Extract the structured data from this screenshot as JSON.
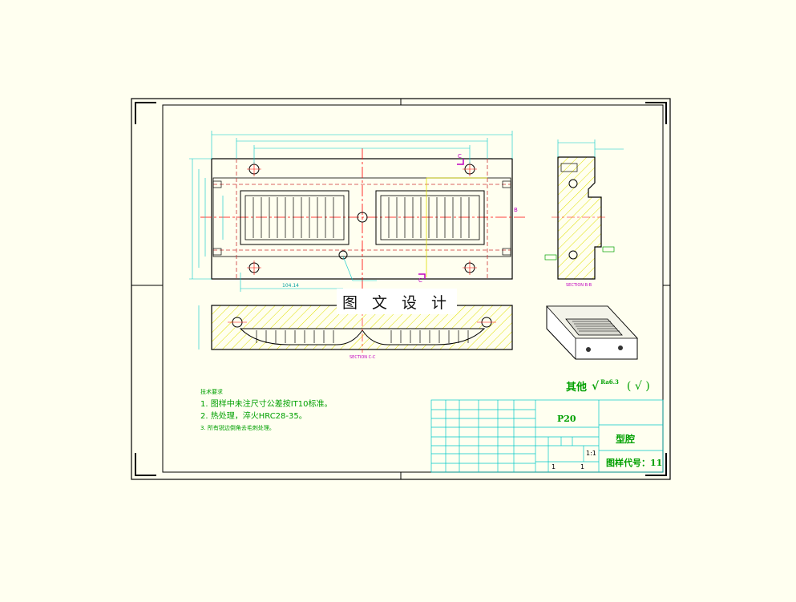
{
  "watermark": "图 文 设 计",
  "technical_requirements": {
    "heading": "技术要求",
    "items": [
      "1. 图样中未注尺寸公差按IT10标准。",
      "2. 热处理，淬火HRC28-35。",
      "3. 所有锐边倒角去毛刺处理。"
    ]
  },
  "surface_finish": {
    "label": "其他",
    "value": "Ra6.3",
    "mark": "( √ )"
  },
  "title_block": {
    "material": "P20",
    "part_name": "型腔",
    "scale": "1:1",
    "sheets_total": "1",
    "sheet_no": "1",
    "drawing_code": "图样代号：11"
  },
  "dimensions": {
    "bottom_left": "104.14",
    "section_cc": "CC",
    "section_bb": "B",
    "label_c_top": "C",
    "label_c_bottom": "C",
    "label_b": "B"
  },
  "colors": {
    "background": "#fffff0",
    "outline": "#000000",
    "dimension": "#00c8c8",
    "centerline": "#ff0000",
    "hatch": "#e0e000",
    "hidden": "#cc3333",
    "label_green": "#00a000",
    "section_mark": "#c000c0"
  }
}
